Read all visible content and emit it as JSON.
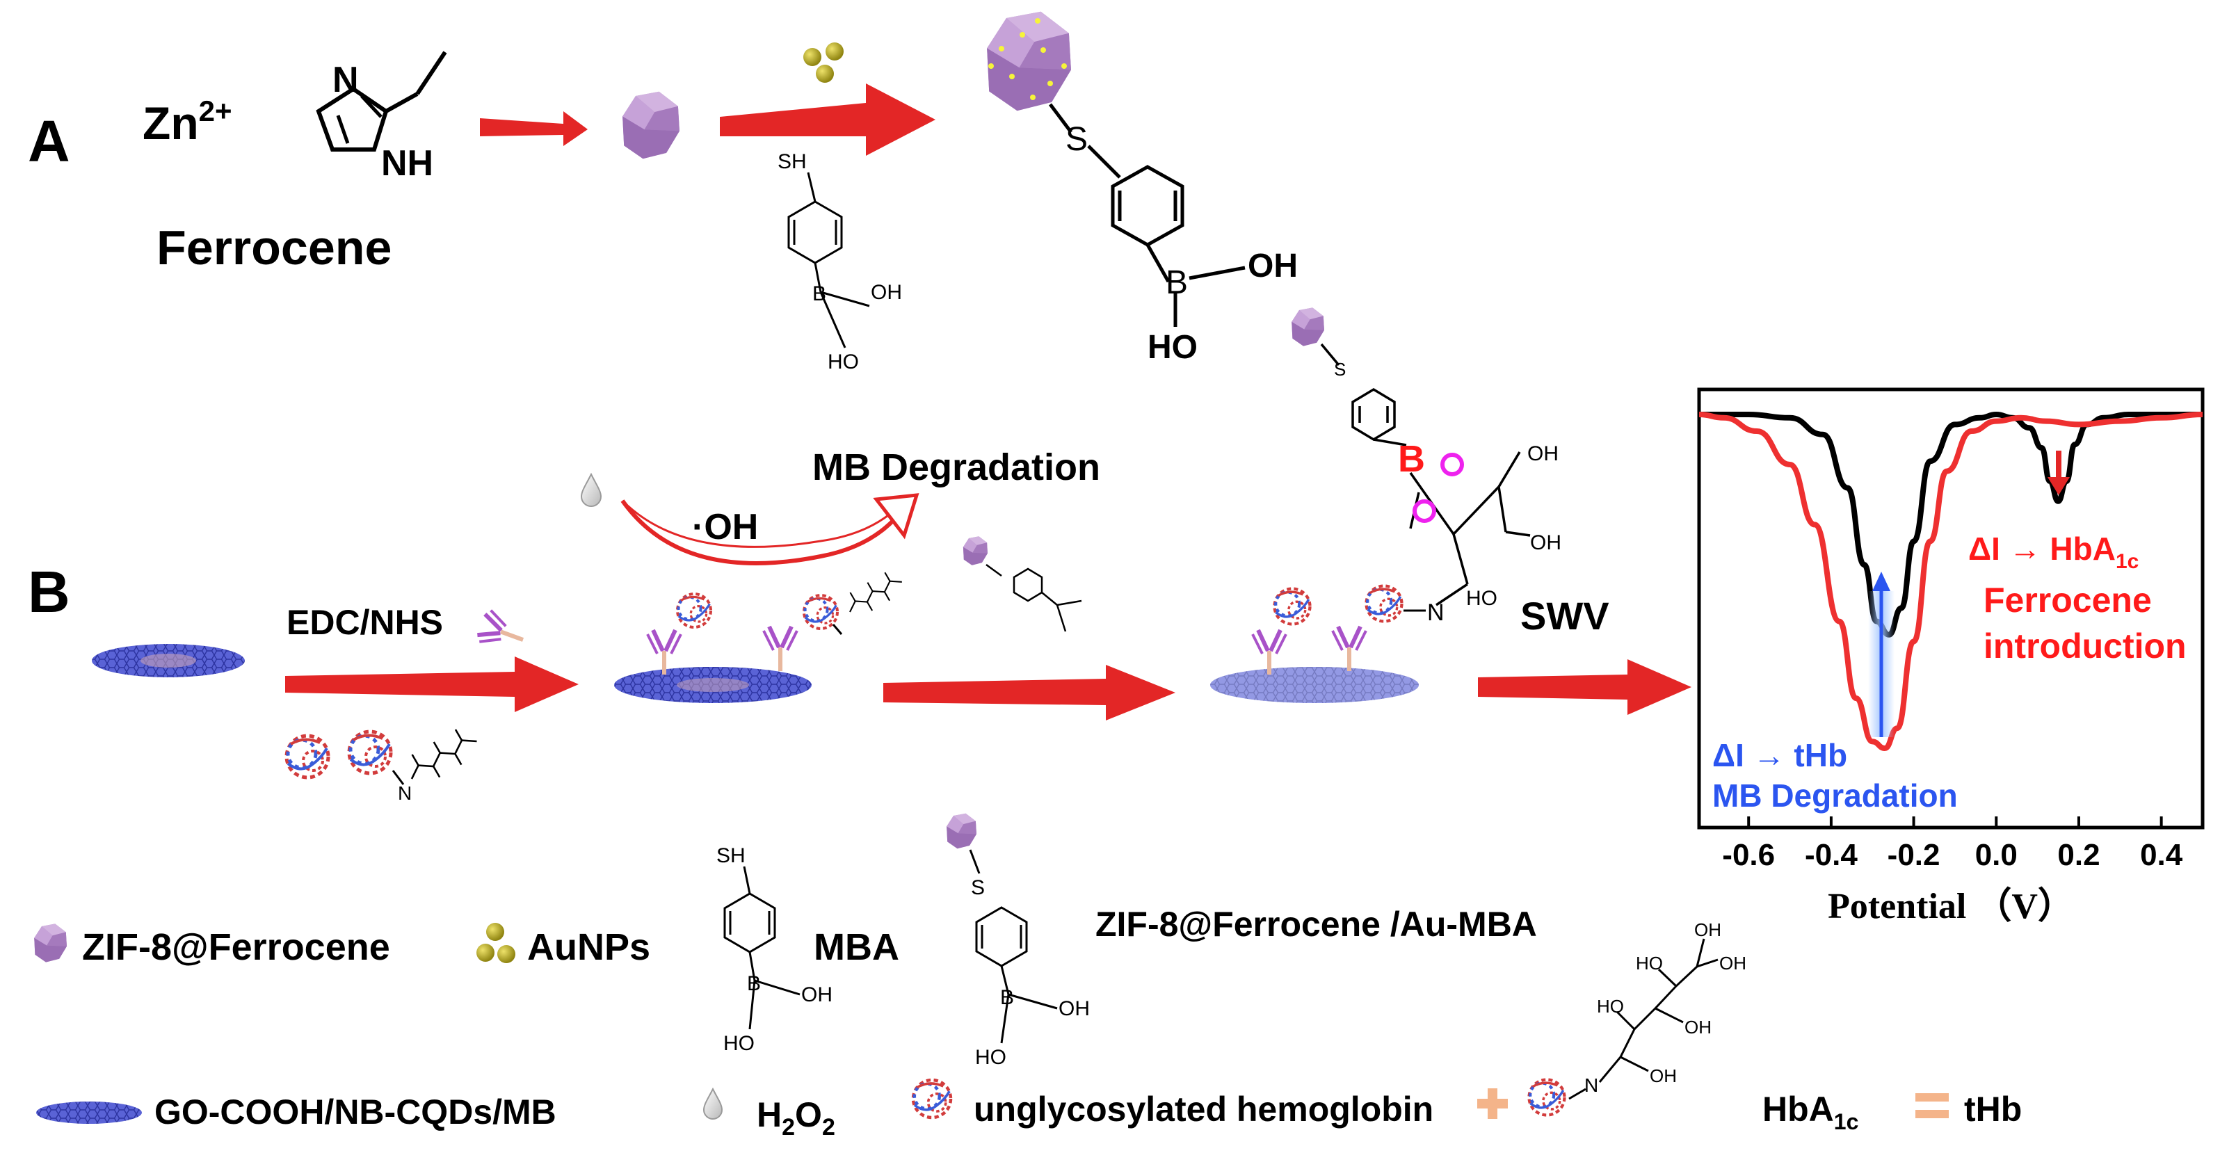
{
  "panel_a": {
    "label": "A",
    "zn": "Zn",
    "zn_charge": "2+",
    "ferrocene": "Ferrocene",
    "atom_n": "N",
    "atom_nh": "NH",
    "atom_sh": "SH",
    "atom_b": "B",
    "atom_s": "S",
    "atom_oh": "OH",
    "atom_ho": "HO"
  },
  "panel_b": {
    "label": "B",
    "edc_nhs": "EDC/NHS",
    "oh_radical": "·OH",
    "mb_degradation": "MB Degradation",
    "swv": "SWV",
    "atom_o": "O",
    "atom_n": "N"
  },
  "swv_chart": {
    "delta_hba": "ΔI",
    "hba_label": "HbA",
    "hba_sub": "1c",
    "ferrocene_line1": "Ferrocene",
    "ferrocene_line2": "introduction",
    "delta_thb": "ΔI",
    "thb_label": "tHb",
    "mb_degradation": "MB Degradation",
    "xlabel": "Potential （V）"
  },
  "chart_data": {
    "type": "line",
    "xlabel": "Potential （V）",
    "ylabel": "",
    "xlim": [
      -0.72,
      0.5
    ],
    "x_ticks": [
      -0.6,
      -0.4,
      -0.2,
      0.0,
      0.2,
      0.4
    ],
    "tick_labels": [
      "-0.6",
      "-0.4",
      "-0.2",
      "0.0",
      "0.2",
      "0.4"
    ],
    "series": [
      {
        "color": "#000000",
        "x": [
          -0.72,
          -0.6,
          -0.5,
          -0.42,
          -0.36,
          -0.32,
          -0.29,
          -0.26,
          -0.23,
          -0.2,
          -0.16,
          -0.1,
          -0.04,
          0.0,
          0.04,
          0.08,
          0.11,
          0.13,
          0.15,
          0.17,
          0.19,
          0.22,
          0.26,
          0.32,
          0.4,
          0.5
        ],
        "y": [
          0.0,
          0.0,
          0.01,
          0.06,
          0.22,
          0.45,
          0.62,
          0.66,
          0.58,
          0.38,
          0.14,
          0.03,
          0.01,
          0.0,
          0.01,
          0.04,
          0.1,
          0.2,
          0.26,
          0.2,
          0.09,
          0.03,
          0.01,
          0.0,
          0.0,
          0.0
        ]
      },
      {
        "color": "#ee3030",
        "x": [
          -0.72,
          -0.66,
          -0.58,
          -0.5,
          -0.44,
          -0.38,
          -0.34,
          -0.3,
          -0.27,
          -0.24,
          -0.2,
          -0.16,
          -0.12,
          -0.06,
          0.0,
          0.06,
          0.12,
          0.2,
          0.3,
          0.4,
          0.5
        ],
        "y": [
          0.0,
          0.01,
          0.05,
          0.15,
          0.33,
          0.62,
          0.85,
          0.98,
          1.0,
          0.94,
          0.68,
          0.38,
          0.17,
          0.05,
          0.02,
          0.01,
          0.02,
          0.03,
          0.02,
          0.01,
          0.0
        ]
      }
    ]
  },
  "legend": {
    "zif8_ferrocene": "ZIF-8@Ferrocene",
    "aunps": "AuNPs",
    "mba": "MBA",
    "zif8_ferrocene_au_mba": "ZIF-8@Ferrocene /Au-MBA",
    "go_cooh": "GO-COOH/NB-CQDs/MB",
    "h2o2_main": "H",
    "h2o2_sub1": "2",
    "h2o2_o": "O",
    "h2o2_sub2": "2",
    "unglycosylated": "unglycosylated hemoglobin",
    "hba1c_main": "HbA",
    "hba1c_sub": "1c",
    "thb": "tHb"
  },
  "colors": {
    "arrow_red": "#e32626",
    "zif_purple": "#b48cc8",
    "gold_np": "#bfb21a",
    "graphene_blue": "#4a56c8",
    "curve_black": "#000000",
    "curve_red": "#ee3030",
    "accent_blue": "#2b55f0",
    "boron_red": "#ff1a1a",
    "oxygen_magenta": "#ee22ee",
    "plus_peach": "#f4b48a"
  }
}
